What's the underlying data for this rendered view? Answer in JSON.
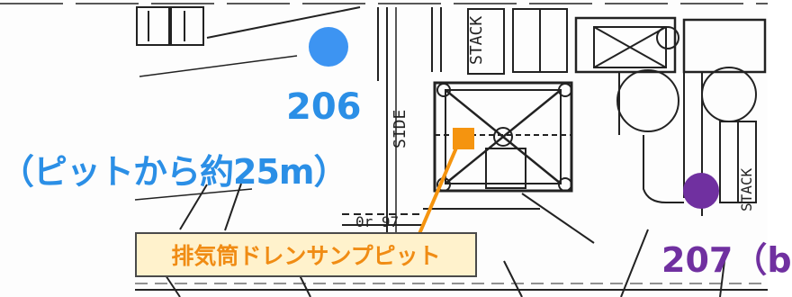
{
  "points": {
    "p206": {
      "number": "206",
      "distance_note": "（ピットから約25m）",
      "color": "#3d94f2"
    },
    "p207": {
      "label": "207（b",
      "color": "#7030a0"
    }
  },
  "pit": {
    "callout": "排気筒ドレンサンプピット",
    "marker_color": "#f5940f",
    "callout_fill": "#fff2cc",
    "text_color": "#f08c14"
  },
  "drawing_text": {
    "stack": "STACK",
    "side": "SIDE",
    "dim": "0r 97"
  }
}
